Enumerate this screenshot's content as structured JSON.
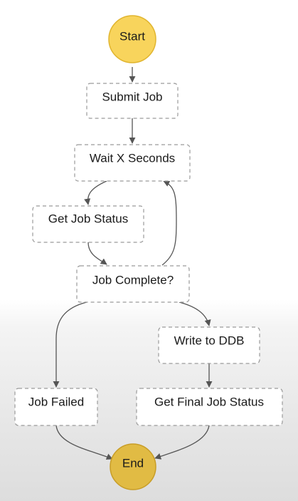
{
  "diagram": {
    "start": "Start",
    "end": "End",
    "states": {
      "submit_job": "Submit Job",
      "wait_x_seconds": "Wait X Seconds",
      "get_job_status": "Get Job Status",
      "job_complete": "Job Complete?",
      "write_to_ddb": "Write to DDB",
      "job_failed": "Job Failed",
      "get_final_job_status": "Get Final Job Status"
    },
    "edges": [
      [
        "start",
        "submit_job"
      ],
      [
        "submit_job",
        "wait_x_seconds"
      ],
      [
        "wait_x_seconds",
        "get_job_status"
      ],
      [
        "get_job_status",
        "job_complete"
      ],
      [
        "job_complete",
        "wait_x_seconds"
      ],
      [
        "job_complete",
        "write_to_ddb"
      ],
      [
        "job_complete",
        "job_failed"
      ],
      [
        "write_to_ddb",
        "get_final_job_status"
      ],
      [
        "job_failed",
        "end"
      ],
      [
        "get_final_job_status",
        "end"
      ]
    ],
    "colors": {
      "start_fill": "#f8d45c",
      "end_fill": "#e1bb44",
      "edge": "#555555",
      "box_border": "#9a9a9a"
    }
  }
}
